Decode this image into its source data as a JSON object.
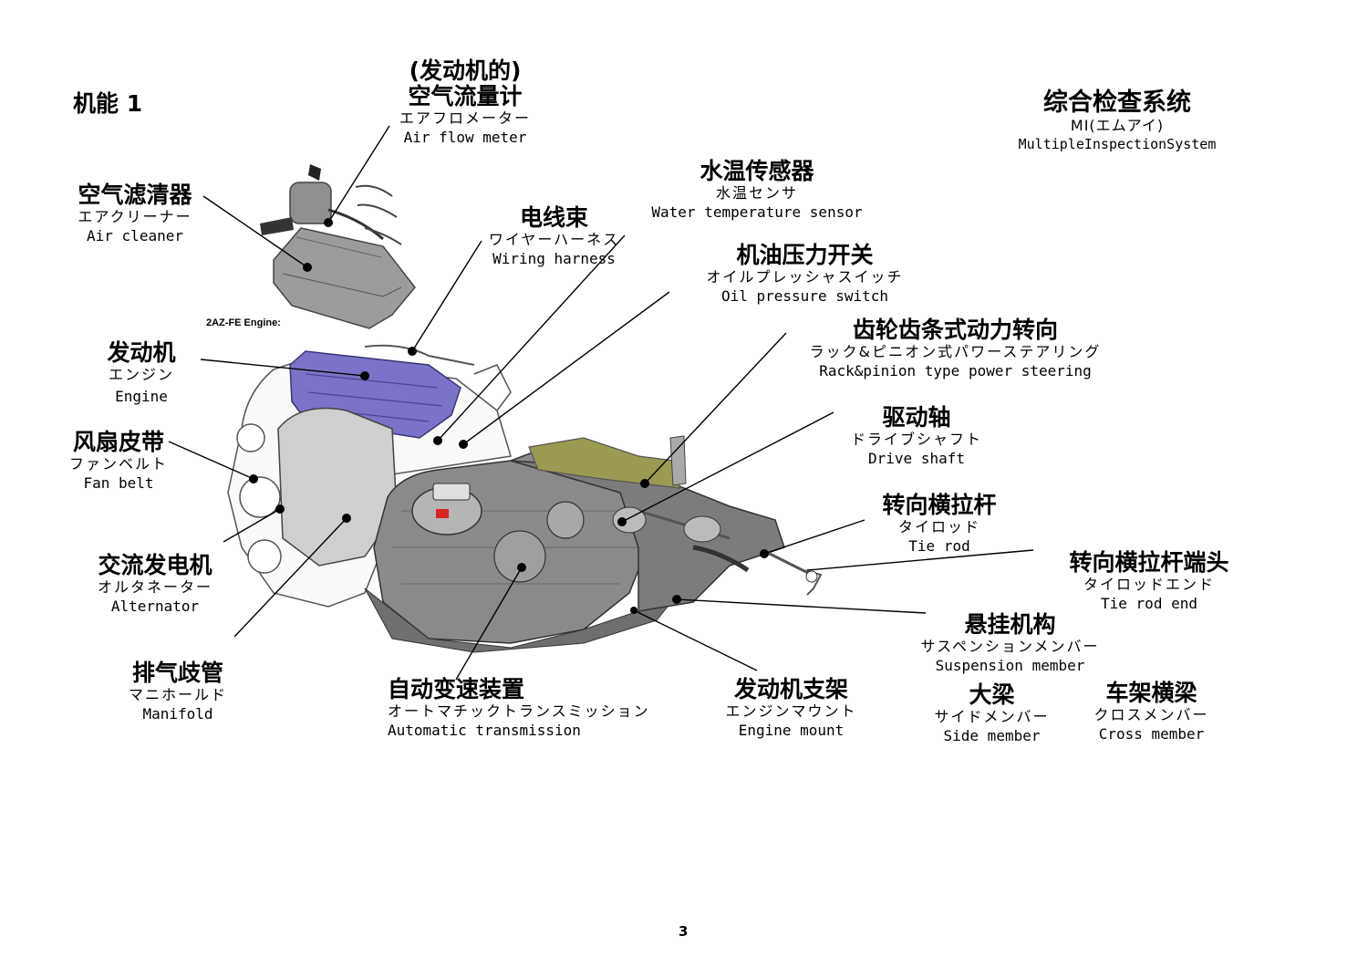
{
  "page": {
    "title": "机能 1",
    "page_number": "3",
    "engine_caption": "2AZ-FE Engine:"
  },
  "system": {
    "cn": "综合检查系统",
    "jp": "MI(エムアイ)",
    "en": "MultipleInspectionSystem"
  },
  "labels": {
    "air_flow_meter": {
      "cn1": "(发动机的)",
      "cn": "空气流量计",
      "jp": "エアフロメーター",
      "en": "Air flow meter"
    },
    "air_cleaner": {
      "cn": "空气滤清器",
      "jp": "エアクリーナー",
      "en": "Air cleaner"
    },
    "water_temp_sensor": {
      "cn": "水温传感器",
      "jp": "水温センサ",
      "en": "Water temperature sensor"
    },
    "wiring_harness": {
      "cn": "电线束",
      "jp": "ワイヤーハーネス",
      "en": "Wiring harness"
    },
    "oil_pressure_switch": {
      "cn": "机油压力开关",
      "jp": "オイルプレッシャスイッチ",
      "en": "Oil pressure switch"
    },
    "power_steering": {
      "cn": "齿轮齿条式动力转向",
      "jp": "ラック&ピニオン式パワーステアリング",
      "en": "Rack&pinion type power steering"
    },
    "engine": {
      "cn": "发动机",
      "jp": "エンジン",
      "en": "Engine"
    },
    "drive_shaft": {
      "cn": "驱动轴",
      "jp": "ドライブシャフト",
      "en": "Drive shaft"
    },
    "fan_belt": {
      "cn": "风扇皮带",
      "jp": "ファンベルト",
      "en": "Fan belt"
    },
    "tie_rod": {
      "cn": "转向横拉杆",
      "jp": "タイロッド",
      "en": "Tie rod"
    },
    "tie_rod_end": {
      "cn": "转向横拉杆端头",
      "jp": "タイロッドエンド",
      "en": "Tie rod end"
    },
    "alternator": {
      "cn": "交流发电机",
      "jp": "オルタネーター",
      "en": "Alternator"
    },
    "suspension_member": {
      "cn": "悬挂机构",
      "jp": "サスペンションメンバー",
      "en": "Suspension member"
    },
    "manifold": {
      "cn": "排气歧管",
      "jp": "マニホールド",
      "en": "Manifold"
    },
    "automatic_transmission": {
      "cn": "自动变速装置",
      "jp": "オートマチックトランスミッション",
      "en": "Automatic transmission"
    },
    "engine_mount": {
      "cn": "发动机支架",
      "jp": "エンジンマウント",
      "en": "Engine mount"
    },
    "side_member": {
      "cn": "大梁",
      "jp": "サイドメンバー",
      "en": "Side member"
    },
    "cross_member": {
      "cn": "车架横梁",
      "jp": "クロスメンバー",
      "en": "Cross member"
    }
  },
  "colors": {
    "engine_head": "#7b73c8",
    "transmission": "#8a8a8a",
    "power_steering_housing": "#9a9a52",
    "outline": "#555555"
  }
}
